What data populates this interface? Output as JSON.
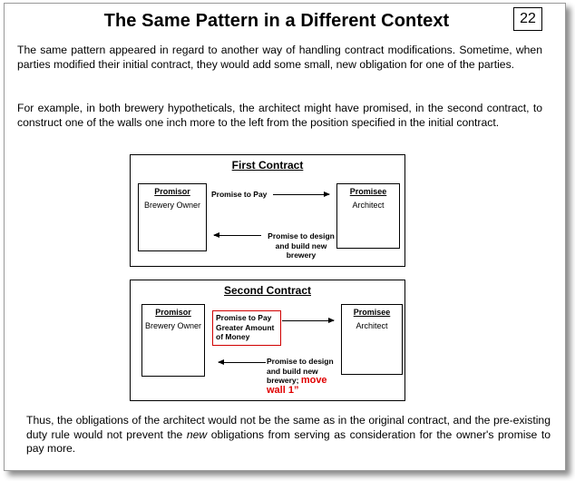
{
  "slide": {
    "title": "The Same Pattern in a Different Context",
    "page_number": "22",
    "paragraph1": "The same pattern appeared in regard to another way of handling contract modifications.  Sometime, when parties modified their initial contract, they would add some small, new obligation for one of the parties.",
    "paragraph2": "For example, in both brewery hypotheticals, the architect might have promised, in the second contract, to construct one of the walls one inch more to the left from the position specified in the initial contract.",
    "paragraph3_a": "Thus, the obligations of the architect would not be the same as in the original contract, and the pre-existing duty rule would not prevent the ",
    "paragraph3_em": "new",
    "paragraph3_b": " obligations from serving as consideration for the owner's promise to pay more."
  },
  "first_contract": {
    "title": "First Contract",
    "promisor_label": "Promisor",
    "promisor_name": "Brewery Owner",
    "promisee_label": "Promisee",
    "promisee_name": "Architect",
    "promise_to_pay": "Promise to Pay",
    "promise_design_l1": "Promise to design",
    "promise_design_l2": "and build new",
    "promise_design_l3": "brewery"
  },
  "second_contract": {
    "title": "Second Contract",
    "promisor_label": "Promisor",
    "promisor_name": "Brewery Owner",
    "promisee_label": "Promisee",
    "promisee_name": "Architect",
    "promise_pay_l1": "Promise to Pay",
    "promise_pay_l2": "Greater Amount",
    "promise_pay_l3": "of Money",
    "promise_design_l1": "Promise to design",
    "promise_design_l2": "and build new",
    "promise_design_l3": "brewery;",
    "move_l1": "move",
    "move_l2": "wall 1”"
  },
  "colors": {
    "highlight_red": "#e00000",
    "frame_border": "#9a9a9a"
  }
}
